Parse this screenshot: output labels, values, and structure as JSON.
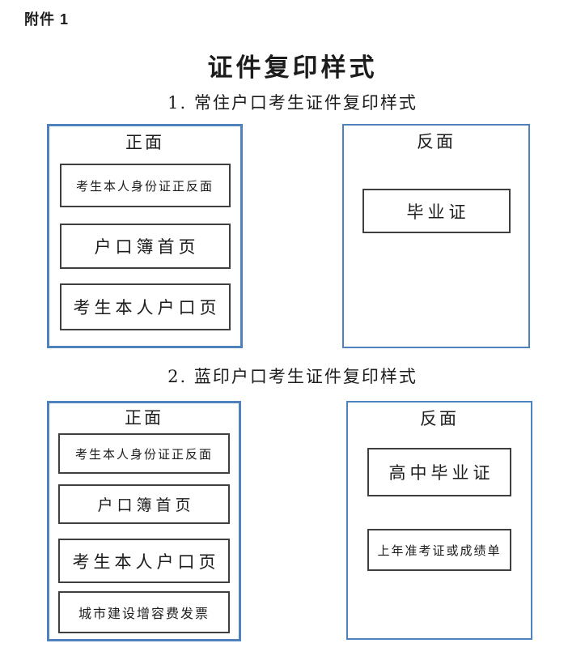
{
  "page": {
    "attachment_label": "附件 1",
    "title": "证件复印样式"
  },
  "sections": [
    {
      "heading": "1. 常住户口考生证件复印样式",
      "front": {
        "label": "正面",
        "items": [
          "考生本人身份证正反面",
          "户口簿首页",
          "考生本人户口页"
        ]
      },
      "back": {
        "label": "反面",
        "items": [
          "毕业证"
        ]
      }
    },
    {
      "heading": "2. 蓝印户口考生证件复印样式",
      "front": {
        "label": "正面",
        "items": [
          "考生本人身份证正反面",
          "户口簿首页",
          "考生本人户口页",
          "城市建设增容费发票"
        ]
      },
      "back": {
        "label": "反面",
        "items": [
          "高中毕业证",
          "上年准考证或成绩单"
        ]
      }
    }
  ],
  "colors": {
    "outer_border": "#4f81bd",
    "inner_border": "#3f3f3f",
    "text": "#1c1c1c",
    "background": "#ffffff"
  }
}
